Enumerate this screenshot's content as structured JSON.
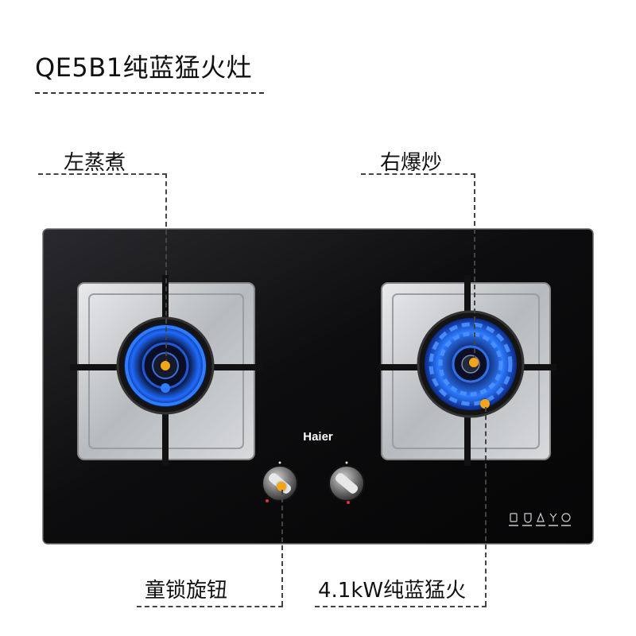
{
  "title": "QE5B1纯蓝猛火灶",
  "callouts": {
    "left_burner": "左蒸煮",
    "right_burner": "右爆炒",
    "knob_lock": "童锁旋钮",
    "power": "4.1kW纯蓝猛火"
  },
  "brand": "Haier",
  "colors": {
    "glass": "#0d0d0f",
    "flame_blue": "#1f6bff",
    "accent_dot": "#f2a51a",
    "steel": "#c9ccd0"
  }
}
